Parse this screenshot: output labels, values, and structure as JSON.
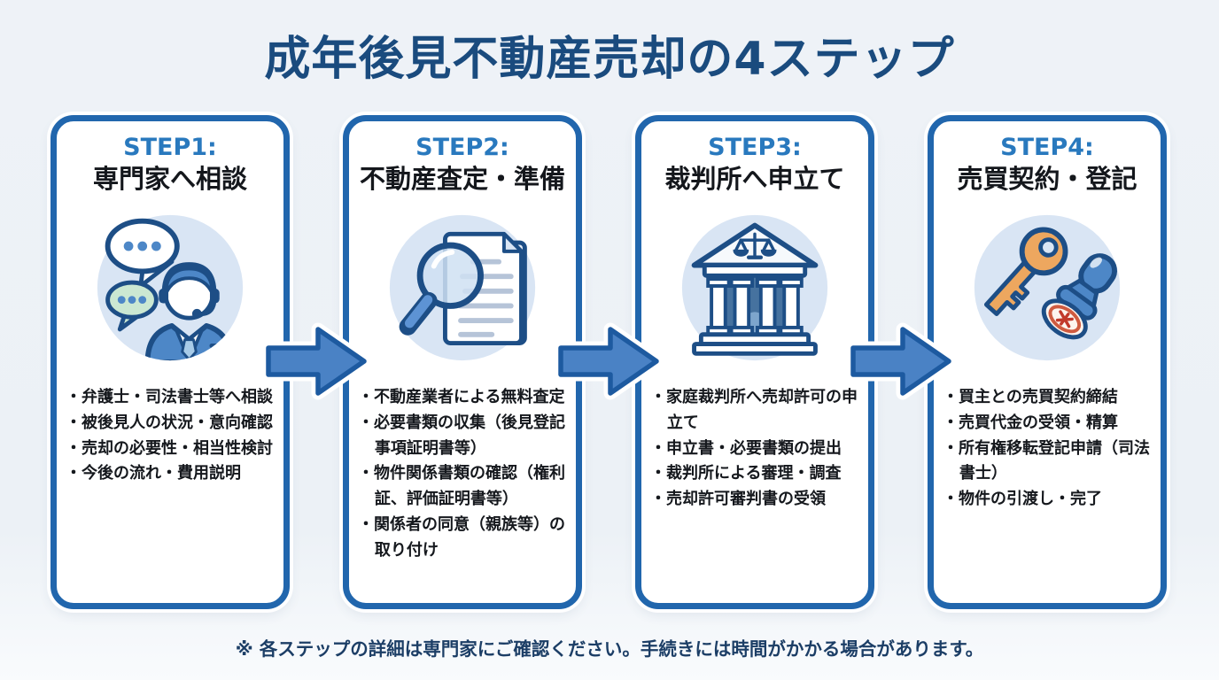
{
  "page": {
    "title": "成年後見不動産売却の4ステップ",
    "footnote": "※ 各ステップの詳細は専門家にご確認ください。手続きには時間がかかる場合があります。"
  },
  "colors": {
    "card_border_blue": "#2166ad",
    "step_label_blue": "#2979be",
    "title_navy": "#1a4b7e",
    "body_text": "#15181d",
    "arrow_fill": "#4a82c5",
    "arrow_outline": "#1d5aa0",
    "icon_circle_bg": "#d9e5f4",
    "icon_line_navy": "#1d4e86",
    "key_orange": "#eda75f",
    "stamp_seal_red": "#c2392b",
    "bubble_green": "#cbe8d2"
  },
  "steps": [
    {
      "label": "STEP1:",
      "title": "専門家へ相談",
      "icon": "consultant-headset-icon",
      "items": [
        "・弁護士・司法書士等へ相談",
        "・被後見人の状況・意向確認",
        "・売却の必要性・相当性検討",
        "・今後の流れ・費用説明"
      ]
    },
    {
      "label": "STEP2:",
      "title": "不動産査定・準備",
      "icon": "magnifier-documents-icon",
      "items": [
        "・不動産業者による無料査定",
        "・必要書類の収集（後見登記事項証明書等）",
        "・物件関係書類の確認（権利証、評価証明書等）",
        "・関係者の同意（親族等）の取り付け"
      ]
    },
    {
      "label": "STEP3:",
      "title": "裁判所へ申立て",
      "icon": "courthouse-icon",
      "items": [
        "・家庭裁判所へ売却許可の申立て",
        "・申立書・必要書類の提出",
        "・裁判所による審理・調査",
        "・売却許可審判書の受領"
      ]
    },
    {
      "label": "STEP4:",
      "title": "売買契約・登記",
      "icon": "key-and-stamp-icon",
      "items": [
        "・買主との売買契約締結",
        "・売買代金の受領・精算",
        "・所有権移転登記申請（司法書士）",
        "・物件の引渡し・完了"
      ]
    }
  ]
}
